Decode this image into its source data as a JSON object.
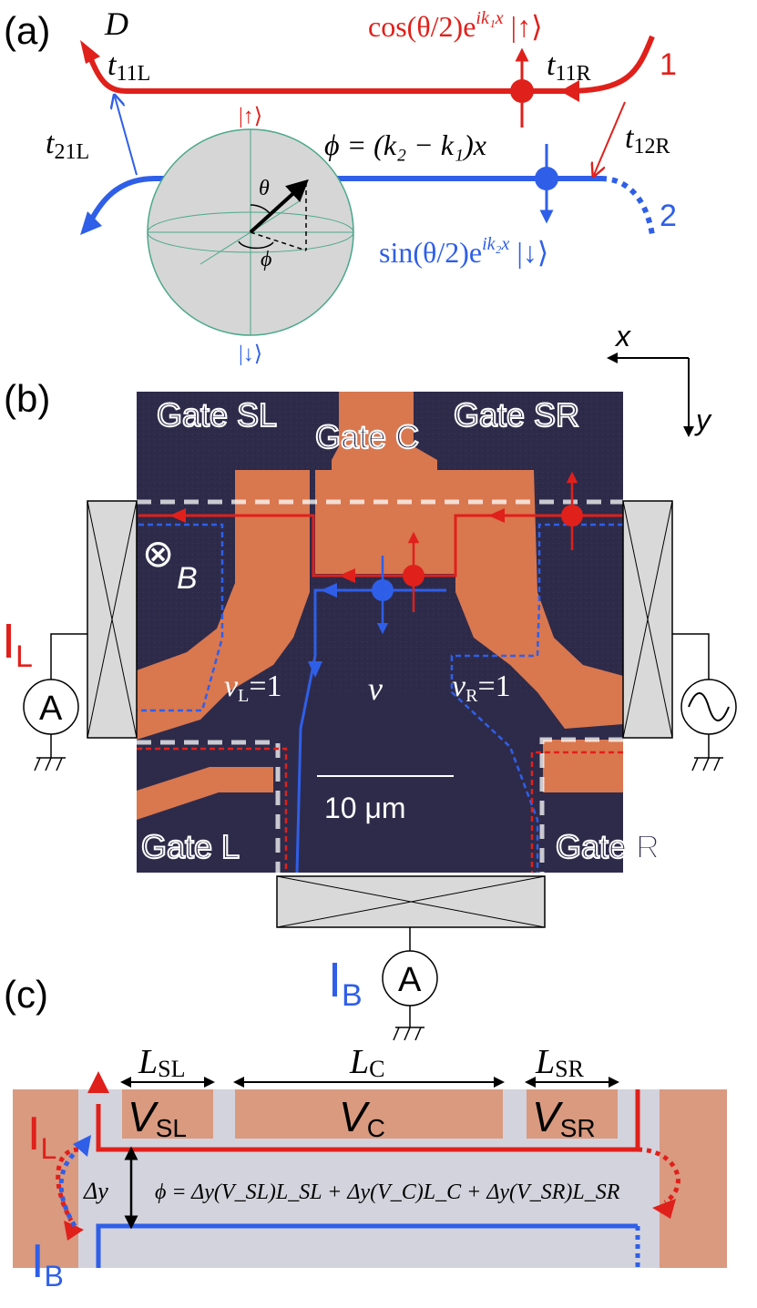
{
  "colors": {
    "red": "#e0201b",
    "blue": "#2f5fe8",
    "gate_orange": "#d9774f",
    "substrate": "#2e2b4a",
    "contact_gray": "#d9d9d9",
    "sphere_gray": "#d6d6d6",
    "sphere_lines": "#4aa88a",
    "panel_c_orange": "#d99a80",
    "panel_c_gray": "#d3d3dd"
  },
  "panel_a": {
    "label": "(a)",
    "D": "D",
    "t11L": "t",
    "t11L_sub": "11L",
    "t11R": "t",
    "t11R_sub": "11R",
    "t21L": "t",
    "t21L_sub": "21L",
    "t12R": "t",
    "t12R_sub": "12R",
    "channel1": "1",
    "channel2": "2",
    "state_up_formula": "cos(θ/2)e",
    "state_up_exp": "ik₁x",
    "state_up_ket": " |↑⟩",
    "state_down_formula": "sin(θ/2)e",
    "state_down_exp": "ik₂x",
    "state_down_ket": " |↓⟩",
    "phi_formula": "ϕ = (k₂ − k₁)x",
    "sphere_top": "|↑⟩",
    "sphere_bottom": "|↓⟩",
    "theta": "θ",
    "phi": "ϕ"
  },
  "axes": {
    "x": "x",
    "y": "y"
  },
  "panel_b": {
    "label": "(b)",
    "gate_SL": "Gate SL",
    "gate_C": "Gate C",
    "gate_SR": "Gate SR",
    "gate_L": "Gate L",
    "gate_R": "Gate R",
    "B_symbol": "⊗",
    "B": "B",
    "nu_L": "ν",
    "nu_L_sub": "L",
    "nu_L_val": "=1",
    "nu": "ν",
    "nu_R": "ν",
    "nu_R_sub": "R",
    "nu_R_val": "=1",
    "scale": "10 μm",
    "I_L": "I",
    "I_L_sub": "L",
    "I_B": "I",
    "I_B_sub": "B",
    "ammeter": "A",
    "ammeter_bottom": "A"
  },
  "panel_c": {
    "label": "(c)",
    "L_SL": "L",
    "L_SL_sub": "SL",
    "L_C": "L",
    "L_C_sub": "C",
    "L_SR": "L",
    "L_SR_sub": "SR",
    "V_SL": "V",
    "V_SL_sub": "SL",
    "V_C": "V",
    "V_C_sub": "C",
    "V_SR": "V",
    "V_SR_sub": "SR",
    "dy": "Δy",
    "phi_formula": "ϕ = Δy(V_SL)L_SL + Δy(V_C)L_C + Δy(V_SR)L_SR",
    "I_L": "I",
    "I_L_sub": "L",
    "I_B": "I",
    "I_B_sub": "B"
  }
}
